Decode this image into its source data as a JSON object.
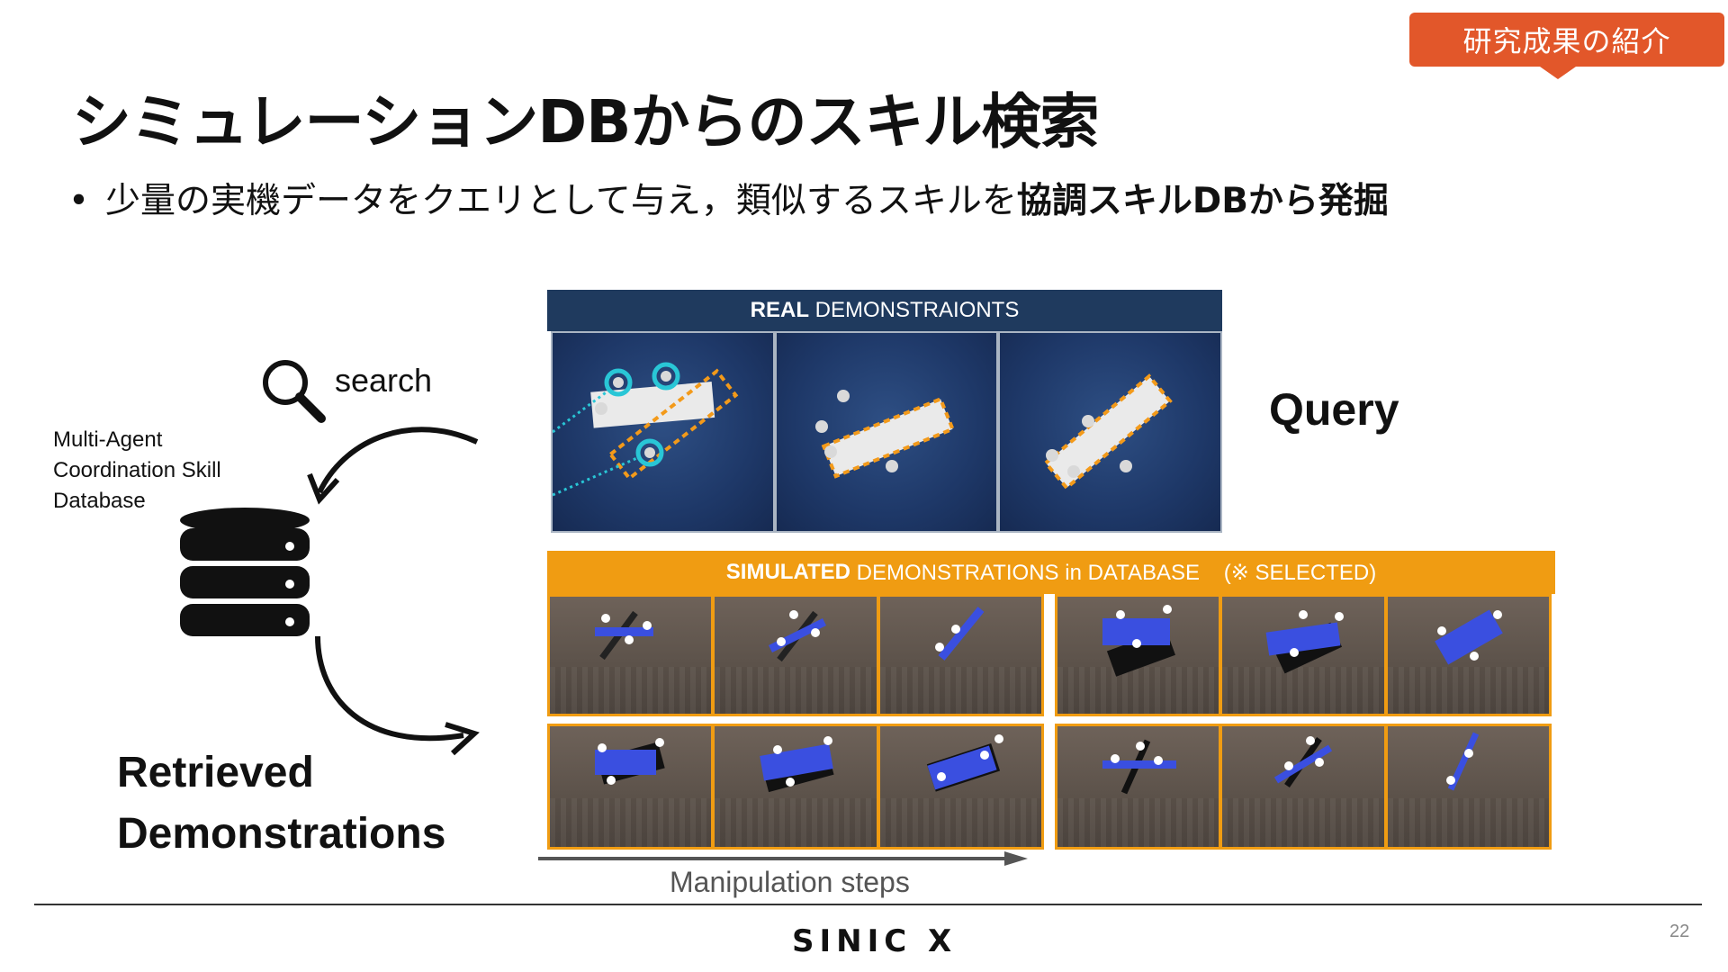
{
  "tag": {
    "label": "研究成果の紹介"
  },
  "slide": {
    "title": "シミュレーションDBからのスキル検索",
    "bullet_prefix": "少量の実機データをクエリとして与え，類似するスキルを",
    "bullet_bold": "協調スキルDBから発掘"
  },
  "figure": {
    "search_label": "search",
    "db_label_line1": "Multi-Agent",
    "db_label_line2": "Coordination Skill",
    "db_label_line3": "Database",
    "retrieved_line1": "Retrieved",
    "retrieved_line2": "Demonstrations",
    "query_label": "Query",
    "real_header_bold": "REAL",
    "real_header_rest": " DEMONSTRAIONTS",
    "sim_header_bold": "SIMULATED",
    "sim_header_rest": " DEMONSTRATIONS in DATABASE    (※ SELECTED)",
    "steps_label": "Manipulation steps"
  },
  "footer": {
    "logo": "SINIC X",
    "page_number": "22"
  },
  "icons": [
    "search-icon",
    "database-icon",
    "arrow-icon"
  ],
  "colors": {
    "tag": "#e2572a",
    "real_header": "#1f3a5e",
    "sim_header": "#f09c12",
    "sim_bar": "#3a4fe0"
  }
}
